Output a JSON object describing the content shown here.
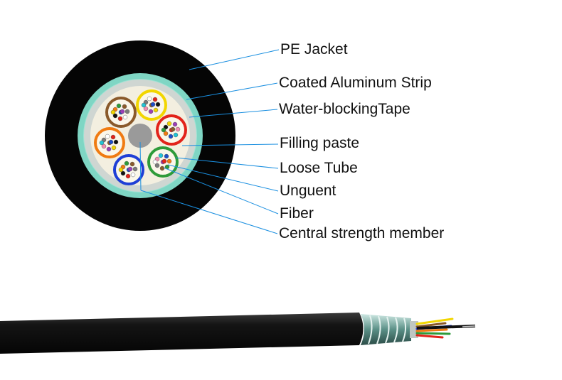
{
  "labels": {
    "pe_jacket": "PE Jacket",
    "coated_aluminum_strip": "Coated Aluminum Strip",
    "water_blocking_tape": "Water-blockingTape",
    "filling_paste": "Filling paste",
    "loose_tube": "Loose Tube",
    "unguent": "Unguent",
    "fiber": "Fiber",
    "central_strength_member": "Central strength member"
  },
  "colors": {
    "jacket": "#050505",
    "aluminum_strip": "#7fd6c4",
    "tape": "#cfd6d2",
    "filling": "#f3efe0",
    "central_member": "#9a9a9a",
    "leader_line": "#1a8fe0",
    "tube_colors": [
      "#8a5a2b",
      "#f2d600",
      "#e2231a",
      "#2e9b3a",
      "#1f3fd6",
      "#f07b12"
    ],
    "fiber_colors": [
      "#1d4ec9",
      "#f07b12",
      "#2e9b3a",
      "#8a5a2b",
      "#7b7b7b",
      "#ffffff",
      "#e2231a",
      "#111111",
      "#f2d600",
      "#9b3fb5",
      "#f28db2",
      "#22c3d6"
    ]
  }
}
